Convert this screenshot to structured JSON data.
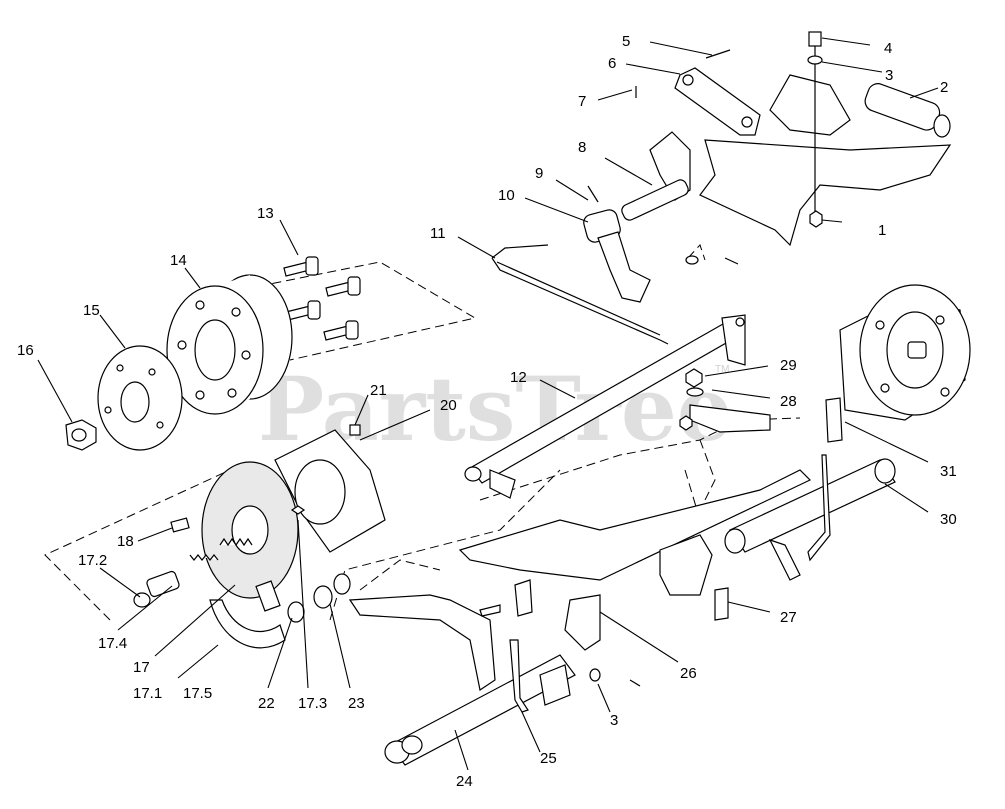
{
  "watermark": {
    "text": "PartsTree",
    "trademark": "TM"
  },
  "callouts": [
    {
      "id": "c1",
      "label": "1"
    },
    {
      "id": "c2",
      "label": "2"
    },
    {
      "id": "c3a",
      "label": "3"
    },
    {
      "id": "c3b",
      "label": "3"
    },
    {
      "id": "c4",
      "label": "4"
    },
    {
      "id": "c5",
      "label": "5"
    },
    {
      "id": "c6",
      "label": "6"
    },
    {
      "id": "c7",
      "label": "7"
    },
    {
      "id": "c8",
      "label": "8"
    },
    {
      "id": "c9",
      "label": "9"
    },
    {
      "id": "c10",
      "label": "10"
    },
    {
      "id": "c11",
      "label": "11"
    },
    {
      "id": "c12",
      "label": "12"
    },
    {
      "id": "c13",
      "label": "13"
    },
    {
      "id": "c14",
      "label": "14"
    },
    {
      "id": "c15",
      "label": "15"
    },
    {
      "id": "c16",
      "label": "16"
    },
    {
      "id": "c17",
      "label": "17"
    },
    {
      "id": "c17_1",
      "label": "17.1"
    },
    {
      "id": "c17_2",
      "label": "17.2"
    },
    {
      "id": "c17_3",
      "label": "17.3"
    },
    {
      "id": "c17_4",
      "label": "17.4"
    },
    {
      "id": "c17_5",
      "label": "17.5"
    },
    {
      "id": "c18",
      "label": "18"
    },
    {
      "id": "c20",
      "label": "20"
    },
    {
      "id": "c21",
      "label": "21"
    },
    {
      "id": "c22",
      "label": "22"
    },
    {
      "id": "c23",
      "label": "23"
    },
    {
      "id": "c24",
      "label": "24"
    },
    {
      "id": "c25",
      "label": "25"
    },
    {
      "id": "c26",
      "label": "26"
    },
    {
      "id": "c27",
      "label": "27"
    },
    {
      "id": "c28",
      "label": "28"
    },
    {
      "id": "c29",
      "label": "29"
    },
    {
      "id": "c30",
      "label": "30"
    },
    {
      "id": "c31",
      "label": "31"
    }
  ]
}
